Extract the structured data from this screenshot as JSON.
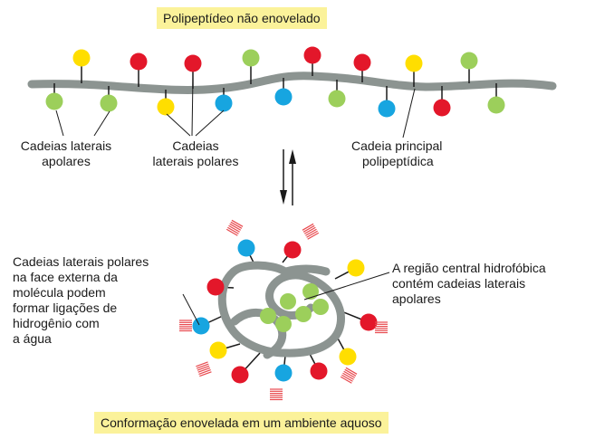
{
  "top_title": "Polipeptídeo não enovelado",
  "bottom_title": "Conformação enovelada em um ambiente aquoso",
  "labels": {
    "apolar_l1": "Cadeias laterais",
    "apolar_l2": "apolares",
    "polar_l1": "Cadeias",
    "polar_l2": "laterais polares",
    "main_l1": "Cadeia principal",
    "main_l2": "polipeptídica",
    "left_lines": [
      "Cadeias laterais polares",
      "na face externa da",
      "molécula podem",
      "formar ligações de",
      "hidrogênio com",
      "a água"
    ],
    "right_lines": [
      "A região central hidrofóbica",
      "contém cadeias laterais",
      "apolares"
    ]
  },
  "colors": {
    "backbone": "#8c9491",
    "nonpolar": "#9ccf5b",
    "polar_blue": "#17a5e0",
    "polar_red": "#e3172a",
    "polar_yellow": "#ffde00",
    "water": "#e84a4f",
    "highlight": "#fbf29a"
  },
  "icons": {
    "equilibrium": "double-arrow-icon"
  }
}
